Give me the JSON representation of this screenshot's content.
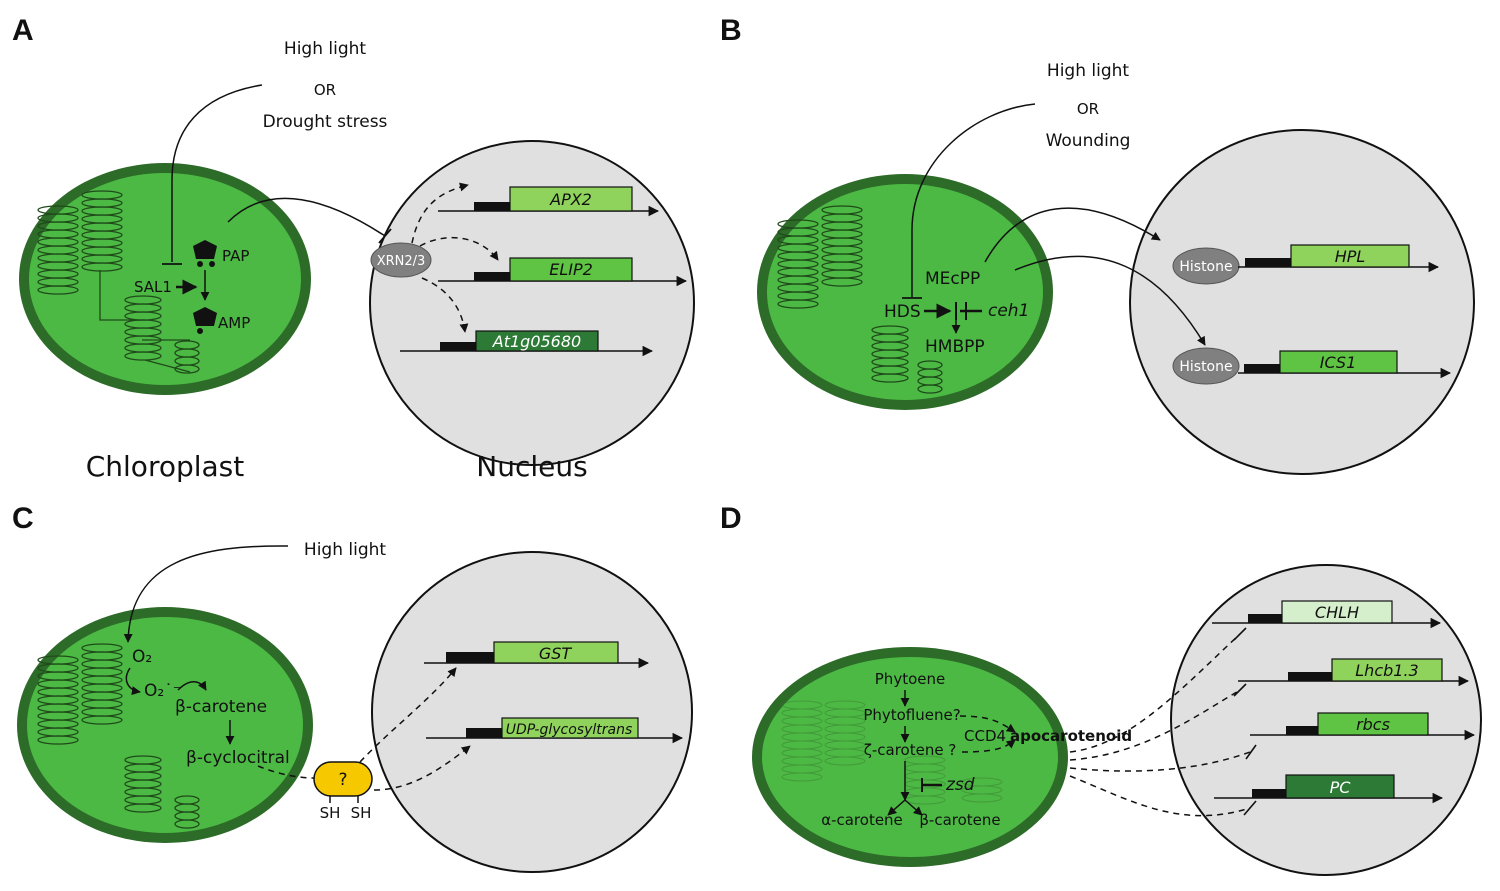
{
  "panels": {
    "A": {
      "letter": "A",
      "stress_top": "High light",
      "stress_or": "OR",
      "stress_bottom": "Drought stress",
      "pap": "PAP",
      "sal1": "SAL1",
      "amp": "AMP",
      "xrn": "XRN2/3",
      "genes": [
        "APX2",
        "ELIP2",
        "At1g05680"
      ],
      "chloroplast_label": "Chloroplast",
      "nucleus_label": "Nucleus"
    },
    "B": {
      "letter": "B",
      "stress_top": "High light",
      "stress_or": "OR",
      "stress_bottom": "Wounding",
      "mecpp": "MEcPP",
      "hds": "HDS",
      "ceh1": "ceh1",
      "hmbpp": "HMBPP",
      "histone": "Histone",
      "genes": [
        "HPL",
        "ICS1"
      ]
    },
    "C": {
      "letter": "C",
      "stress": "High light",
      "o2": "O₂",
      "o2rad": "O₂˙⁻",
      "bcarotene": "β-carotene",
      "bcyclocitral": "β-cyclocitral",
      "unknown": "?",
      "sh1": "SH",
      "sh2": "SH",
      "genes": [
        "GST",
        "UDP-glycosyltrans"
      ]
    },
    "D": {
      "letter": "D",
      "phytoene": "Phytoene",
      "phytofluene": "Phytofluene?",
      "zcarotene": "ζ-carotene ?",
      "ccd4": "CCD4",
      "apocarotenoid": "apocarotenoid",
      "zsd": "zsd",
      "acarotene": "α-carotene",
      "bcarotene": "β-carotene",
      "genes": [
        "CHLH",
        "Lhcb1.3",
        "rbcs",
        "PC"
      ]
    }
  },
  "colors": {
    "chloroplast_fill": "#4cb944",
    "chloroplast_rim": "#2d6b28",
    "nucleus_fill": "#e0e0e0",
    "gene_light": "#8fd35c",
    "gene_pale": "#d5efcc",
    "gene_dark": "#2c7a35",
    "pill": "#808080",
    "unknown_protein": "#f5c800"
  }
}
